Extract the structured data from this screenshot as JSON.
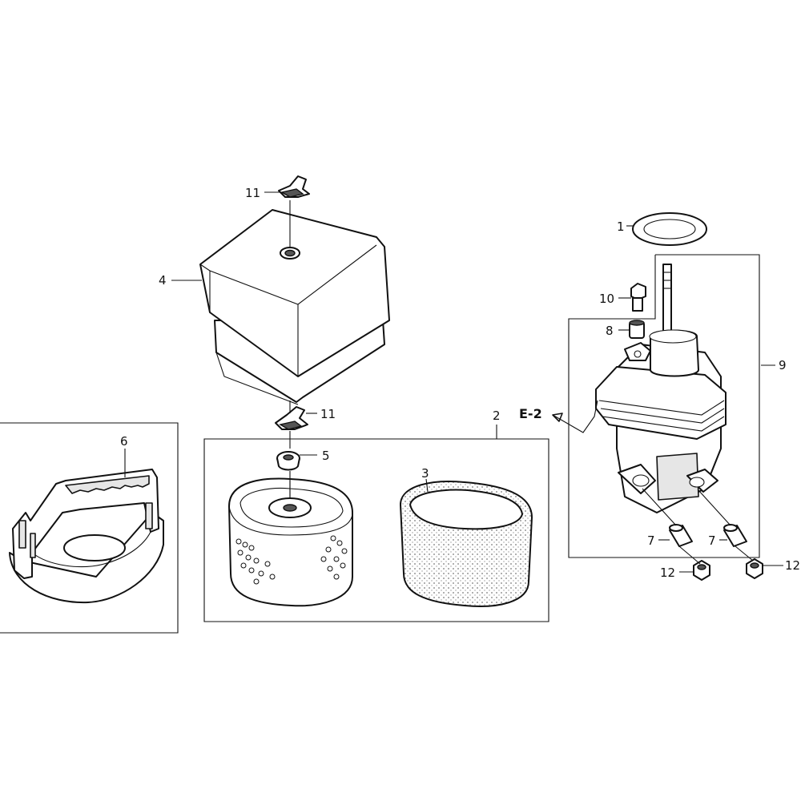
{
  "callouts": {
    "c1": "1",
    "c2": "2",
    "c3": "3",
    "c4": "4",
    "c5": "5",
    "c6": "6",
    "c7a": "7",
    "c7b": "7",
    "c8": "8",
    "c9": "9",
    "c10": "10",
    "c11a": "11",
    "c11b": "11",
    "c12a": "12",
    "c12b": "12"
  },
  "reference": {
    "e2": "E-2"
  }
}
